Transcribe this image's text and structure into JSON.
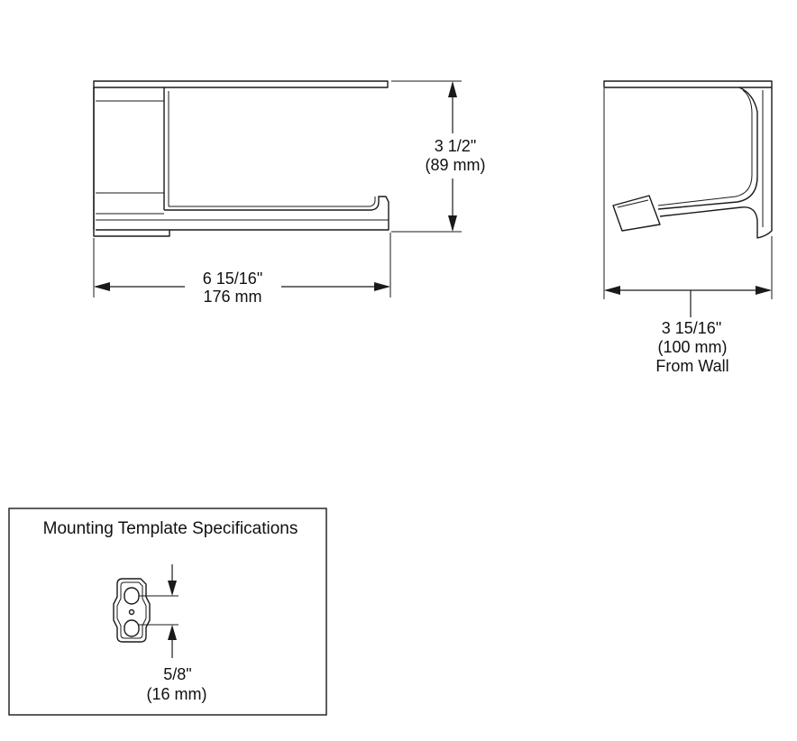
{
  "front_view": {
    "width_dimension": {
      "imperial": "6 15/16\"",
      "metric": "176 mm"
    },
    "height_dimension": {
      "imperial": "3 1/2\"",
      "metric": "(89 mm)"
    }
  },
  "side_view": {
    "depth_dimension": {
      "imperial": "3 15/16\"",
      "metric": "(100 mm)",
      "note": "From Wall"
    }
  },
  "mounting_template": {
    "title": "Mounting Template Specifications",
    "spacing_dimension": {
      "imperial": "5/8\"",
      "metric": "(16 mm)"
    }
  }
}
